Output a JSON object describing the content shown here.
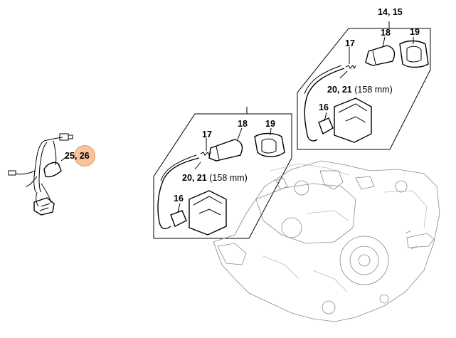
{
  "callouts": {
    "harness": {
      "label": "25, 26",
      "highlight_color": "#f7c49d"
    },
    "kit_top": {
      "label": "14, 15"
    },
    "top_spark_plug_cap": "18",
    "top_boot": "19",
    "top_spring": "17",
    "top_wire": {
      "label": "20, 21",
      "suffix": "(158 mm)"
    },
    "top_coil": "16",
    "left_spark_plug_cap": "18",
    "left_boot": "19",
    "left_spring": "17",
    "left_wire": {
      "label": "20, 21",
      "suffix": "(158 mm)"
    },
    "left_coil": "16"
  }
}
